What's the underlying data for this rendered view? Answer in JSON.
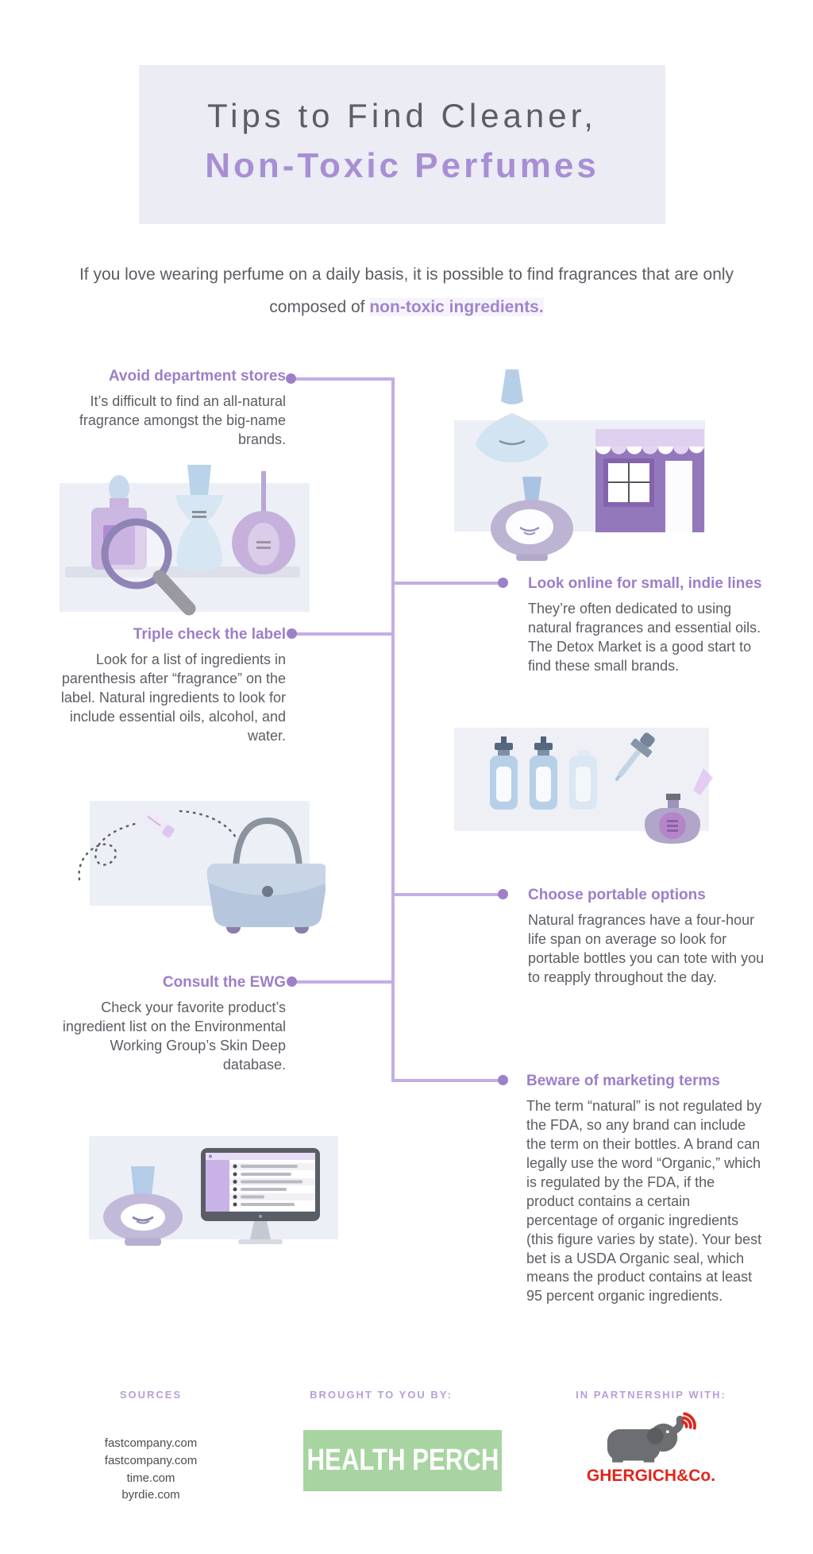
{
  "title": {
    "line1": "Tips to Find Cleaner,",
    "line2": "Non-Toxic Perfumes"
  },
  "intro": {
    "text": "If you love wearing perfume on a daily basis, it is possible to find fragrances that are only composed of ",
    "highlight": "non-toxic ingredients."
  },
  "sections": [
    {
      "id": "avoid-department-stores",
      "side": "left",
      "heading": "Avoid department stores",
      "body": "It’s difficult to find an all-natural fragrance amongst the big-name brands."
    },
    {
      "id": "look-online-indie-lines",
      "side": "right",
      "heading": "Look online for small, indie lines",
      "body": "They’re often dedicated to using natural fragrances and essential oils. The Detox Market is a good start to find these small brands."
    },
    {
      "id": "triple-check-label",
      "side": "left",
      "heading": "Triple check the label",
      "body": "Look for a list of ingredients in parenthesis after “fragrance” on the label. Natural ingredients to look for include essential oils, alcohol, and water."
    },
    {
      "id": "choose-portable-options",
      "side": "right",
      "heading": "Choose portable options",
      "body": "Natural fragrances have a four-hour life span on average so look for portable bottles you can tote with you to reapply throughout the day."
    },
    {
      "id": "consult-the-ewg",
      "side": "left",
      "heading": "Consult the EWG",
      "body": "Check your favorite product’s ingredient list on the Environmental Working Group’s Skin Deep database."
    },
    {
      "id": "beware-marketing-terms",
      "side": "right",
      "heading": "Beware of marketing terms",
      "body": "The term “natural” is not regulated by the FDA, so any brand can include the term on their bottles. A brand can legally use the word “Organic,” which is regulated by the FDA, if the product contains a certain percentage of organic ingredients (this figure varies by state). Your best bet is a USDA Organic seal, which means the product contains at least 95 percent organic ingredients."
    }
  ],
  "illustrations": {
    "shelf": "perfume-bottles-with-magnifying-glass",
    "store": "perfume-bottles-and-storefront",
    "droppers": "essential-oil-dropper-bottles",
    "handbag": "perfume-vial-into-handbag",
    "monitor": "perfume-bottle-and-database-on-monitor"
  },
  "footer": {
    "sources_label": "SOURCES",
    "sources": [
      "fastcompany.com",
      "fastcompany.com",
      "time.com",
      "byrdie.com"
    ],
    "brought_by_label": "BROUGHT TO YOU BY:",
    "brand": "HEALTH PERCH",
    "partnership_label": "IN PARTNERSHIP WITH:",
    "partner": "GHERGICH&Co."
  },
  "colors": {
    "accent_purple": "#9c7ec9",
    "title_purple": "#a88fd4",
    "title_gray": "#5b5e66",
    "body_gray": "#5c5d64",
    "connector_line": "#c4aee4",
    "connector_dot": "#9d80c8",
    "title_block_bg": "#ebecf4",
    "panel_bg": "#edeff6",
    "healthperch_green": "#a7d4a0",
    "ghergich_red": "#e1251b"
  }
}
